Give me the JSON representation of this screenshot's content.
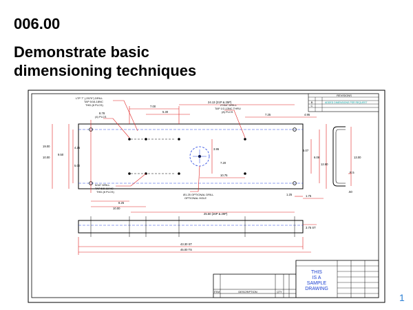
{
  "slide": {
    "number": "006.00",
    "title_line1": "Demonstrate basic",
    "title_line2": "dimensioning techniques",
    "corner_mark": "1"
  },
  "drawing": {
    "revision_block": {
      "title": "REVISIONS",
      "letters": [
        "B",
        "C"
      ],
      "entry": "ADDED DIMENSIONS PER REQUEST"
    },
    "callouts": {
      "drill_top": "LTP 7\" (.2570\") DRILL",
      "tap_top": "TAP 5/16-18NC",
      "thd_top": "THD (8 PLCS)",
      "places_4": "(4) PLCS",
      "drill_mid": "27/64\" DRILL",
      "tap_mid": "TAP 1/2-13NC THRU",
      "places_mid": "(8) PLCS",
      "drill_bottom": "5/16\" DRILL",
      "tap_bottom": "TAP 5/8-18 NC",
      "thd_bottom": "THD (8 PLCS)",
      "optional_hole": "Ø1.25 OPTIONAL DRILL",
      "optional_hole_2": "OPTIONAL HOLE"
    },
    "dims": {
      "d_700": "7.00",
      "d_2413": "24.13 (21P & 25P)",
      "d_530": "5.30",
      "d_725": "7.25",
      "d_495": "4.95",
      "d_878": "8.78",
      "d_1900": "19.00",
      "d_1000": "10.00",
      "d_950": "9.50",
      "d_425": "4.25",
      "d_500": "5.00",
      "d_395": "3.95",
      "d_720": "7.20",
      "d_1075": "10.75",
      "d_507": "5.07",
      "d_608": "6.08",
      "d_1280": "12.80",
      "d_1300": "13.00",
      "d_r5": "R.5",
      "d_50": ".50",
      "d_825": "8.25",
      "d_1000b": "10.00",
      "d_2550": "25.50 (26P & 29P)",
      "d_125": "1.25",
      "d_175": "1.75",
      "d_375": "3.75 ST",
      "d_4330": "43.30 ST",
      "d_4500": "45.00 TS"
    },
    "title_block": {
      "stamp_line1": "THIS",
      "stamp_line2": "IS A",
      "stamp_line3": "SAMPLE",
      "stamp_line4": "DRAWING",
      "description_label": "DESCRIPTION",
      "item_label": "ITEM",
      "qty_label": "QTY"
    },
    "colors": {
      "dimension": "#e02020",
      "centerline": "#2040e0",
      "outline": "#000000",
      "annotation_teal": "#00a0a0",
      "stamp": "#1a3fd0"
    }
  }
}
